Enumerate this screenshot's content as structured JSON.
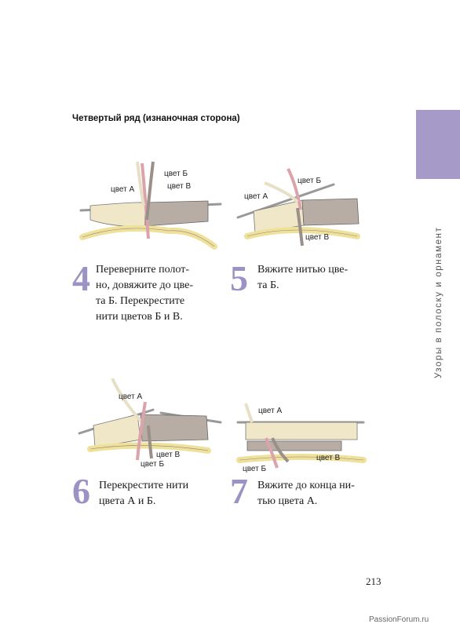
{
  "heading": "Четвертый ряд (изнаночная сторона)",
  "side_title": "Узоры в полоску и орнамент",
  "steps": [
    {
      "number": "4",
      "lines": [
        "Переверните полот-",
        "но, довяжите до цве-",
        "та Б. Перекрестите",
        "нити цветов Б и В."
      ]
    },
    {
      "number": "5",
      "lines": [
        "Вяжите нитью цве-",
        "та Б."
      ]
    },
    {
      "number": "6",
      "lines": [
        "Перекрестите нити",
        "цвета А и Б."
      ]
    },
    {
      "number": "7",
      "lines": [
        "Вяжите до конца ни-",
        "тью цвета А."
      ]
    }
  ],
  "figure_labels": {
    "fig4": {
      "a": "цвет А",
      "b": "цвет Б",
      "c": "цвет В"
    },
    "fig5": {
      "a": "цвет А",
      "b": "цвет Б",
      "c": "цвет В"
    },
    "fig6": {
      "a": "цвет А",
      "b": "цвет Б",
      "c": "цвет В"
    },
    "fig7": {
      "a": "цвет А",
      "b": "цвет Б",
      "c": "цвет В"
    }
  },
  "page_number": "213",
  "watermark": "PassionForum.ru",
  "colors": {
    "accent": "#a69ac8",
    "step_number": "#9d92c4",
    "yarn_cream": "#efe7c8",
    "yarn_yellow": "#efe09a",
    "yarn_taupe": "#b8ada4",
    "yarn_pink": "#dba3ab"
  }
}
